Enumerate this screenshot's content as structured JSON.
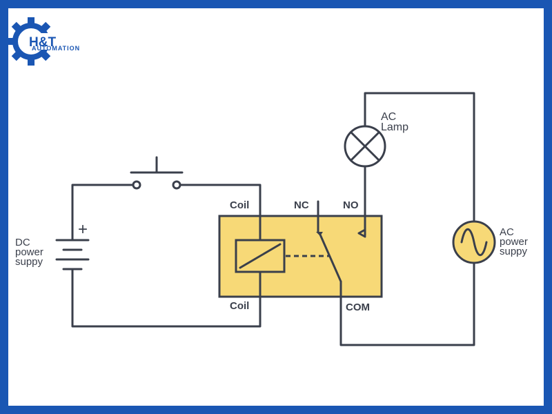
{
  "logo": {
    "name": "H&T",
    "subtitle": "AUTOMATION",
    "primary_color": "#1a56b3",
    "icon": "gear-icon"
  },
  "colors": {
    "border": "#1a56b3",
    "relay_body": "#f7d977",
    "wire": "#3a3f4b",
    "ac_source_fill": "#f7d977"
  },
  "labels": {
    "ac_lamp": [
      "AC",
      "Lamp"
    ],
    "dc_supply": [
      "DC",
      "power",
      "suppy"
    ],
    "ac_supply": [
      "AC",
      "power",
      "suppy"
    ],
    "dc_plus": "+",
    "coil_top": "Coil",
    "coil_bottom": "Coil",
    "nc": "NC",
    "no": "NO",
    "com": "COM"
  }
}
